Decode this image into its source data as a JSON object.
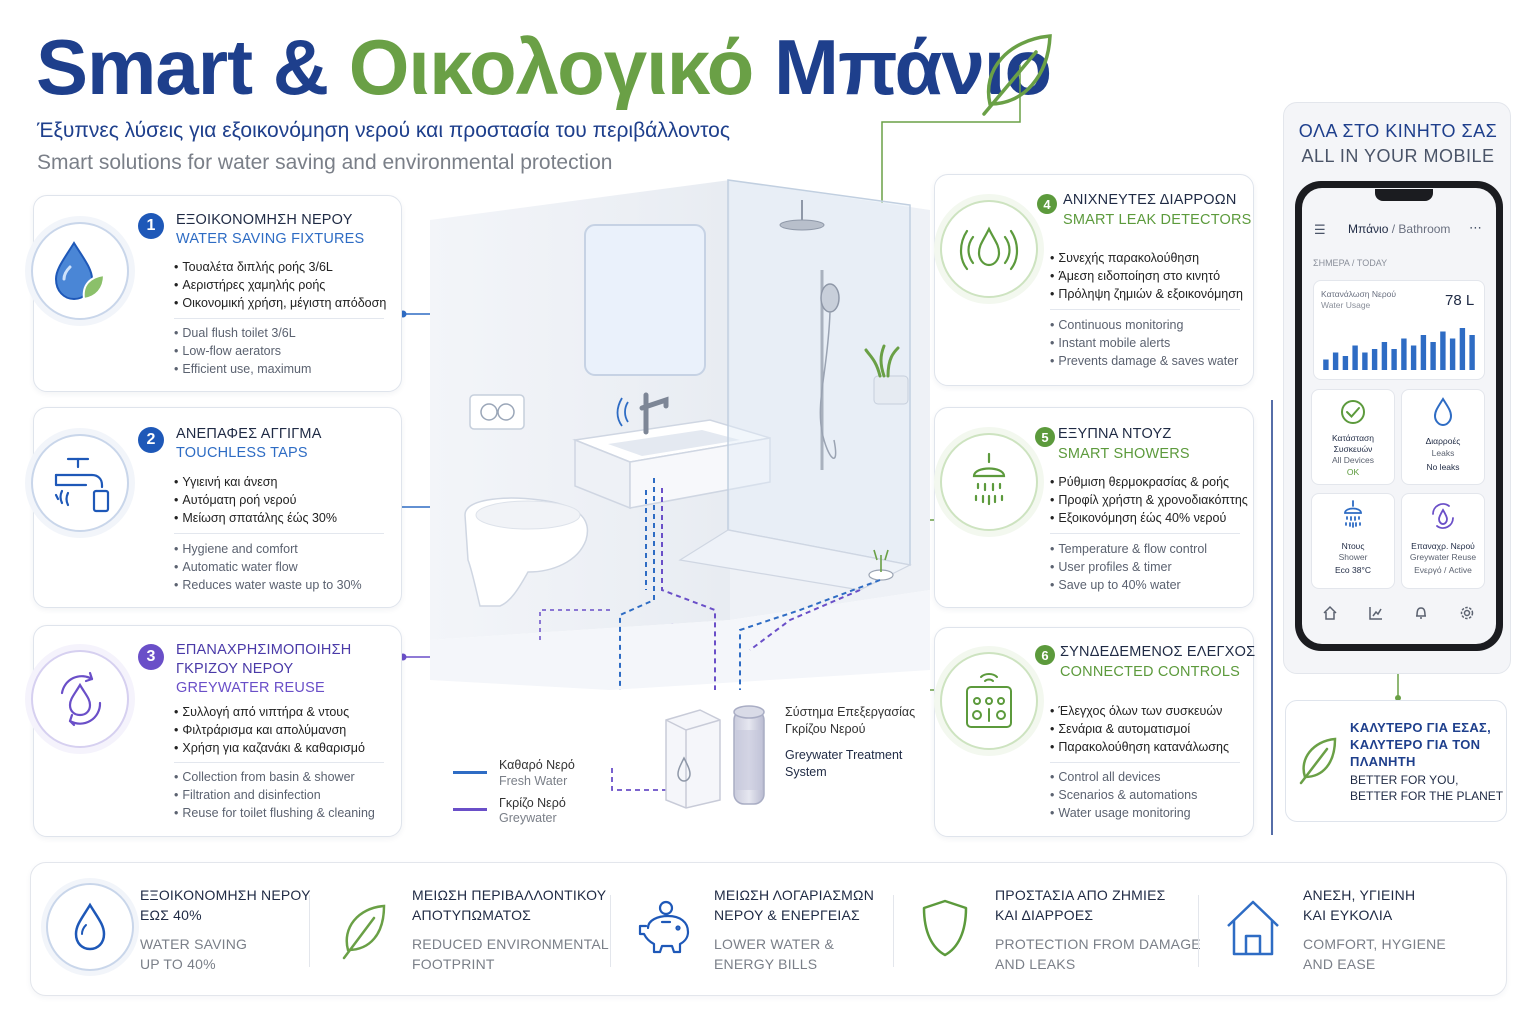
{
  "header": {
    "title_part1": "Smart & ",
    "title_part2": "Οικολογικό",
    "title_part3": " Μπάνιο",
    "subtitle_gr": "Έξυπνες λύσεις για εξοικονόμηση νερού και προστασία του περιβάλλοντος",
    "subtitle_en": "Smart solutions for water saving and environmental protection"
  },
  "features": [
    {
      "number": "1",
      "title_gr": "ΕΞΟΙΚΟΝΟΜΗΣΗ ΝΕΡΟΥ",
      "title_en": "WATER SAVING FIXTURES",
      "points_gr": [
        "Τουαλέτα διπλής ροής 3/6L",
        "Αεριστήρες χαμηλής ροής",
        "Οικονομική χρήση, μέγιστη απόδοση"
      ],
      "points_en": [
        "Dual flush toilet 3/6L",
        "Low-flow aerators",
        "Efficient use, maximum"
      ]
    },
    {
      "number": "2",
      "title_gr": "ΑΝΕΠΑΦΕΣ ΑΓΓΙΓΜΑ",
      "title_en": "TOUCHLESS TAPS",
      "points_gr": [
        "Υγιεινή και άνεση",
        "Αυτόματη ροή νερού",
        "Μείωση σπατάλης έώς 30%"
      ],
      "points_en": [
        "Hygiene and comfort",
        "Automatic water flow",
        "Reduces water waste up to 30%"
      ]
    },
    {
      "number": "3",
      "title_gr_line1": "ΕΠΑΝΑΧΡΗΣΙΜΟΠΟΙΗΣΗ",
      "title_gr_line2": "ΓΚΡΙΖΟΥ ΝΕΡΟΥ",
      "title_en": "GREYWATER REUSE",
      "points_gr": [
        "Συλλογή από νιπτήρα & ντους",
        "Φιλτράρισμα και απολύμανση",
        "Χρήση για καζανάκι & καθαρισμό"
      ],
      "points_en": [
        "Collection from basin & shower",
        "Filtration and disinfection",
        "Reuse for toilet flushing & cleaning"
      ]
    },
    {
      "number": "4",
      "title_gr": "ΑΝΙΧΝΕΥΤΕΣ ΔΙΑΡΡΟΩΝ",
      "title_en": "SMART LEAK DETECTORS",
      "points_gr": [
        "Συνεχής παρακολούθηση",
        "Άμεση ειδοποίηση στο κινητό",
        "Πρόληψη ζημιών & εξοικονόμηση"
      ],
      "points_en": [
        "Continuous monitoring",
        "Instant mobile alerts",
        "Prevents damage & saves water"
      ]
    },
    {
      "number": "5",
      "title_gr": "ΕΞΥΠΝΑ ΝΤΟΥΖ",
      "title_en": "SMART SHOWERS",
      "points_gr": [
        "Ρύθμιση θερμοκρασίας & ροής",
        "Προφίλ χρήστη & χρονοδιακόπτης",
        "Εξοικονόμηση έώς 40% νερού"
      ],
      "points_en": [
        "Temperature & flow control",
        "User profiles & timer",
        "Save up to 40% water"
      ]
    },
    {
      "number": "6",
      "title_gr": "ΣΥΝΔΕΔΕΜΕΝΟΣ ΕΛΕΓΧΟΣ",
      "title_en": "CONNECTED CONTROLS",
      "points_gr": [
        "Έλεγχος όλων των συσκευών",
        "Σενάρια & αυτοματισμοί",
        "Παρακολούθηση κατανάλωσης"
      ],
      "points_en": [
        "Control all devices",
        "Scenarios & automations",
        "Water usage monitoring"
      ]
    }
  ],
  "legend": {
    "fresh_gr": "Καθαρό Νερό",
    "fresh_en": "Fresh Water",
    "grey_gr": "Γκρίζο Νερό",
    "grey_en": "Greywater",
    "fresh_color": "#2e6cc4",
    "grey_color": "#6a4fc8"
  },
  "treatment": {
    "label_gr_line1": "Σύστημα Επεξεργασίας",
    "label_gr_line2": "Γκρίζου Νερού",
    "label_en_line1": "Greywater Treatment",
    "label_en_line2": "System"
  },
  "mobile": {
    "title_gr": "ΟΛΑ ΣΤΟ ΚΙΝΗΤΟ ΣΑΣ",
    "title_en": "ALL IN YOUR MOBILE",
    "app_title_gr": "Μπάνιο",
    "app_title_sep": " / ",
    "app_title_en": "Bathroom",
    "today": "ΣΗΜΕΡΑ / TODAY",
    "usage_gr": "Κατανάλωση Νερού",
    "usage_en": "Water Usage",
    "usage_value": "78 L",
    "usage_bars": [
      3,
      5,
      4,
      7,
      5,
      6,
      8,
      6,
      9,
      7,
      10,
      8,
      11,
      9,
      12,
      10
    ],
    "tiles": [
      {
        "icon": "check-circle-icon",
        "gr_line1": "Κατάσταση",
        "gr_line2": "Συσκευών",
        "en": "All Devices",
        "status": "OK",
        "status_color": "#5c9a3c"
      },
      {
        "icon": "droplet-icon",
        "gr_line1": "Διαρροές",
        "gr_line2": "",
        "en": "Leaks",
        "status": "No leaks",
        "status_color": "#1f2a44"
      },
      {
        "icon": "shower-icon",
        "gr_line1": "Ντους",
        "gr_line2": "",
        "en": "Shower",
        "status": "Eco 38°C",
        "status_color": "#1f2a44"
      },
      {
        "icon": "recycle-icon",
        "gr_line1": "Επαναχρ. Νερού",
        "gr_line2": "",
        "en": "Greywater Reuse",
        "status": "Ενεργό / Active",
        "status_color": "#5b6270"
      }
    ],
    "nav": [
      "home-icon",
      "chart-icon",
      "bell-icon",
      "gear-icon"
    ]
  },
  "better": {
    "gr": "ΚΑΛΥΤΕΡΟ ΓΙΑ ΕΣΑΣ,\nΚΑΛΥΤΕΡΟ ΓΙΑ ΤΟΝ\nΠΛΑΝΗΤΗ",
    "en": "BETTER FOR YOU,\nBETTER FOR THE PLANET"
  },
  "benefits": [
    {
      "icon": "droplet-icon",
      "gr": "ΕΞΟΙΚΟΝΟΜΗΣΗ ΝΕΡΟΥ\nΕΩΣ 40%",
      "en": "WATER SAVING\nUP TO 40%"
    },
    {
      "icon": "leaf-icon",
      "gr": "ΜΕΙΩΣΗ ΠΕΡΙΒΑΛΛΟΝΤΙΚΟΥ\nΑΠΟΤΥΠΩΜΑΤΟΣ",
      "en": "REDUCED ENVIRONMENTAL\nFOOTPRINT"
    },
    {
      "icon": "piggy-bank-icon",
      "gr": "ΜΕΙΩΣΗ ΛΟΓΑΡΙΑΣΜΩΝ\nΝΕΡΟΥ & ΕΝΕΡΓΕΙΑΣ",
      "en": "LOWER WATER &\nENERGY BILLS"
    },
    {
      "icon": "shield-icon",
      "gr": "ΠΡΟΣΤΑΣΙΑ ΑΠΟ ΖΗΜΙΕΣ\nΚΑΙ ΔΙΑΡΡΟΕΣ",
      "en": "PROTECTION FROM DAMAGE\nAND LEAKS"
    },
    {
      "icon": "house-icon",
      "gr": "ΑΝΕΣΗ, ΥΓΙΕΙΝΗ\nΚΑΙ ΕΥΚΟΛΙΑ",
      "en": "COMFORT, HYGIENE\nAND EASE"
    }
  ],
  "colors": {
    "brand_blue": "#1e3f8c",
    "brand_green": "#6aa046",
    "accent_purple": "#6a4fc8"
  }
}
